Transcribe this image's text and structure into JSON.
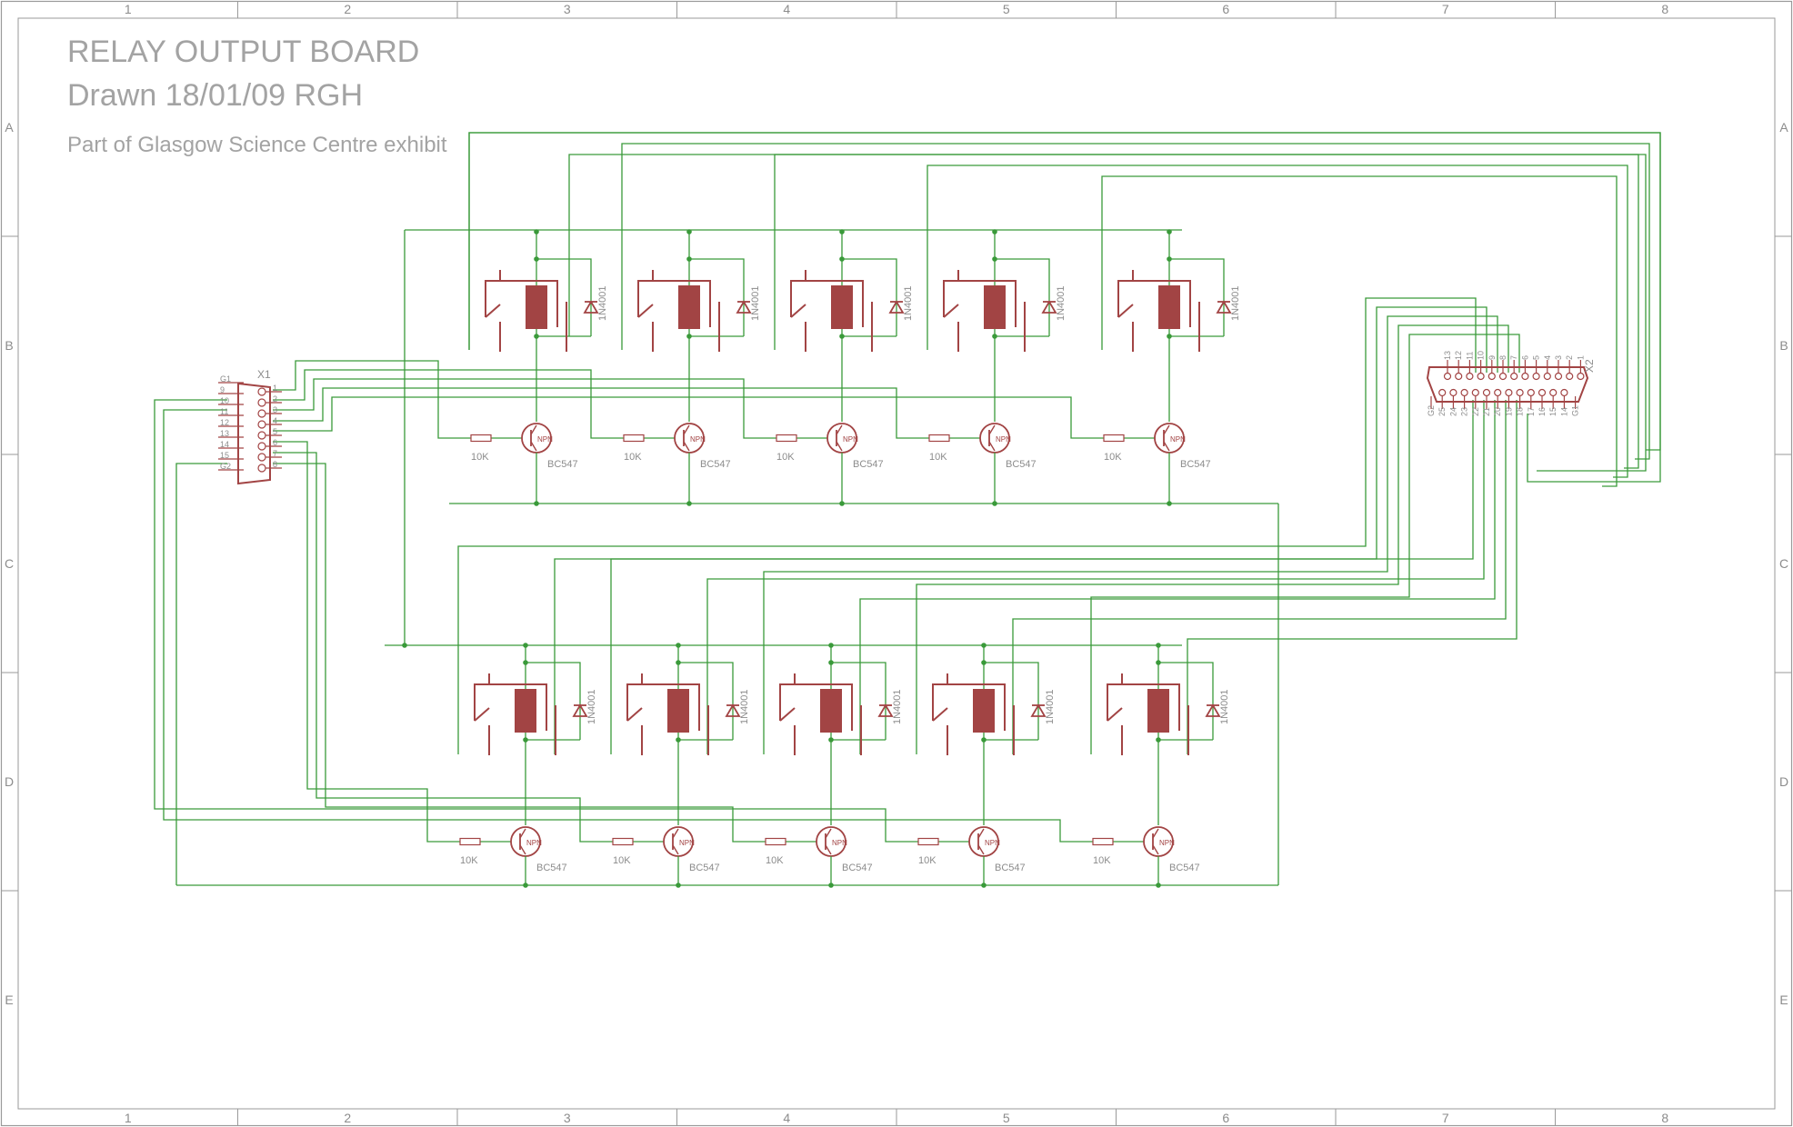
{
  "frame": {
    "columns": [
      "1",
      "2",
      "3",
      "4",
      "5",
      "6",
      "7",
      "8"
    ],
    "rows": [
      "A",
      "B",
      "C",
      "D",
      "E"
    ]
  },
  "title": {
    "line1": "RELAY OUTPUT BOARD",
    "line2": "Drawn 18/01/09 RGH",
    "line3": "Part of Glasgow Science Centre exhibit"
  },
  "parts": {
    "resistor_value": "10K",
    "transistor_value": "BC547",
    "transistor_type": "NPN",
    "diode_value": "1N4001"
  },
  "connectors": {
    "x1": {
      "name": "X1",
      "left_pins": [
        "G1",
        "9",
        "10",
        "11",
        "12",
        "13",
        "14",
        "15",
        "G2"
      ],
      "right_pins": [
        "1",
        "2",
        "3",
        "4",
        "5",
        "6",
        "7",
        "8"
      ]
    },
    "x2": {
      "name": "X2",
      "top_pins": [
        "13",
        "12",
        "11",
        "10",
        "9",
        "8",
        "7",
        "6",
        "5",
        "4",
        "3",
        "2",
        "1"
      ],
      "bottom_pins": [
        "G2",
        "25",
        "24",
        "23",
        "22",
        "21",
        "20",
        "19",
        "18",
        "17",
        "16",
        "15",
        "14",
        "G1"
      ]
    }
  },
  "colors": {
    "wire": "#3a9a3a",
    "symbol": "#a24444",
    "label": "#8c8c8c",
    "frame": "#9a9a9a"
  }
}
